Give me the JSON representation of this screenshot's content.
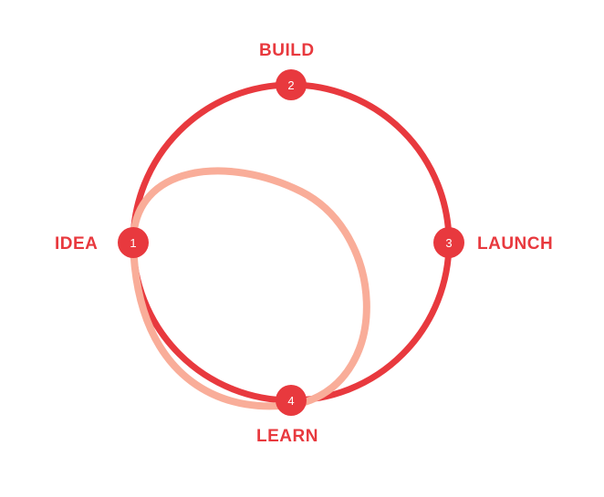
{
  "colors": {
    "primary": "#e8393e",
    "secondary": "#f9ad99",
    "number_text": "#ffffff"
  },
  "steps": [
    {
      "number": "1",
      "label": "IDEA"
    },
    {
      "number": "2",
      "label": "BUILD"
    },
    {
      "number": "3",
      "label": "LAUNCH"
    },
    {
      "number": "4",
      "label": "LEARN"
    }
  ]
}
